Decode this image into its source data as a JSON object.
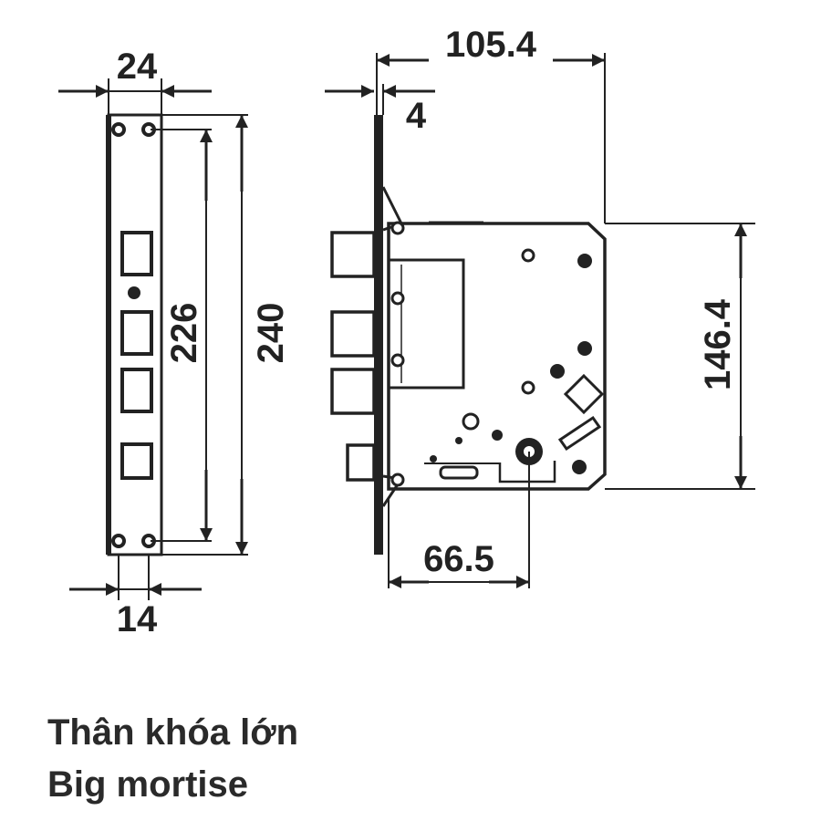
{
  "dimensions": {
    "faceplate_width": "24",
    "backset_width": "14",
    "hole_spacing": "226",
    "faceplate_length": "240",
    "case_depth": "105.4",
    "faceplate_thickness": "4",
    "case_height": "146.4",
    "backset": "66.5"
  },
  "caption": {
    "vietnamese": "Thân khóa lớn",
    "english": "Big mortise"
  }
}
